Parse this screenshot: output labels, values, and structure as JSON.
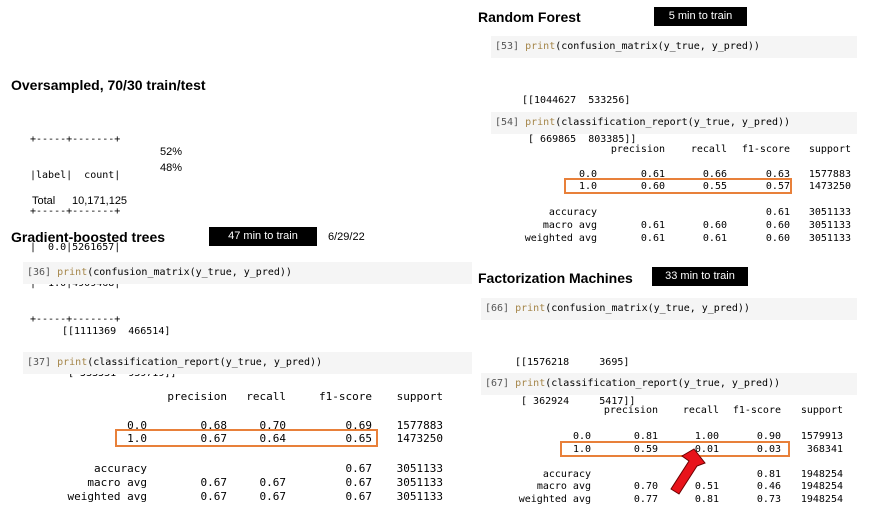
{
  "left": {
    "title": "Oversampled, 70/30 train/test",
    "table_lines": [
      "+-----+-------+",
      "|label|  count|",
      "+-----+-------+",
      "|  0.0|5261657|",
      "|  1.0|4909468|",
      "+-----+-------+"
    ],
    "pct_0": "52%",
    "pct_1": "48%",
    "total_label": "Total",
    "total_value": "10,171,125"
  },
  "gbt": {
    "title": "Gradient-boosted trees",
    "badge": "47 min to train",
    "date": "6/29/22",
    "cm_cell": {
      "prompt": "[36]",
      "fn": "print",
      "args": "(confusion_matrix(y_true, y_pred))"
    },
    "cm_lines": [
      "[[1111369  466514]",
      " [ 533531  939719]]"
    ],
    "cr_cell": {
      "prompt": "[37]",
      "fn": "print",
      "args": "(classification_report(y_true, y_pred))"
    },
    "headers": [
      "precision",
      "recall",
      "f1-score",
      "support"
    ],
    "rows": [
      [
        "0.0",
        "0.68",
        "0.70",
        "0.69",
        "1577883"
      ],
      [
        "1.0",
        "0.67",
        "0.64",
        "0.65",
        "1473250"
      ],
      [
        "accuracy",
        "",
        "",
        "0.67",
        "3051133"
      ],
      [
        "macro avg",
        "0.67",
        "0.67",
        "0.67",
        "3051133"
      ],
      [
        "weighted avg",
        "0.67",
        "0.67",
        "0.67",
        "3051133"
      ]
    ]
  },
  "rf": {
    "title": "Random Forest",
    "badge": "5 min to train",
    "cm_cell": {
      "prompt": "[53]",
      "fn": "print",
      "args": "(confusion_matrix(y_true, y_pred))"
    },
    "cm_lines": [
      "[[1044627  533256]",
      " [ 669865  803385]]"
    ],
    "cr_cell": {
      "prompt": "[54]",
      "fn": "print",
      "args": "(classification_report(y_true, y_pred))"
    },
    "headers": [
      "precision",
      "recall",
      "f1-score",
      "support"
    ],
    "rows": [
      [
        "0.0",
        "0.61",
        "0.66",
        "0.63",
        "1577883"
      ],
      [
        "1.0",
        "0.60",
        "0.55",
        "0.57",
        "1473250"
      ],
      [
        "accuracy",
        "",
        "",
        "0.61",
        "3051133"
      ],
      [
        "macro avg",
        "0.61",
        "0.60",
        "0.60",
        "3051133"
      ],
      [
        "weighted avg",
        "0.61",
        "0.61",
        "0.60",
        "3051133"
      ]
    ]
  },
  "fm": {
    "title": "Factorization Machines",
    "badge": "33 min to train",
    "cm_cell": {
      "prompt": "[66]",
      "fn": "print",
      "args": "(confusion_matrix(y_true, y_pred))"
    },
    "cm_lines": [
      "[[1576218     3695]",
      " [ 362924     5417]]"
    ],
    "cr_cell": {
      "prompt": "[67]",
      "fn": "print",
      "args": "(classification_report(y_true, y_pred))"
    },
    "headers": [
      "precision",
      "recall",
      "f1-score",
      "support"
    ],
    "rows": [
      [
        "0.0",
        "0.81",
        "1.00",
        "0.90",
        "1579913"
      ],
      [
        "1.0",
        "0.59",
        "0.01",
        "0.03",
        "368341"
      ],
      [
        "accuracy",
        "",
        "",
        "0.81",
        "1948254"
      ],
      [
        "macro avg",
        "0.70",
        "0.51",
        "0.46",
        "1948254"
      ],
      [
        "weighted avg",
        "0.77",
        "0.81",
        "0.73",
        "1948254"
      ]
    ]
  },
  "colors": {
    "highlight_box": "#e8803a",
    "arrow": "#e8131b",
    "badge_bg": "#000000",
    "cell_bg": "#f5f5f5"
  },
  "icons": {
    "arrow": "red-arrow-icon"
  }
}
